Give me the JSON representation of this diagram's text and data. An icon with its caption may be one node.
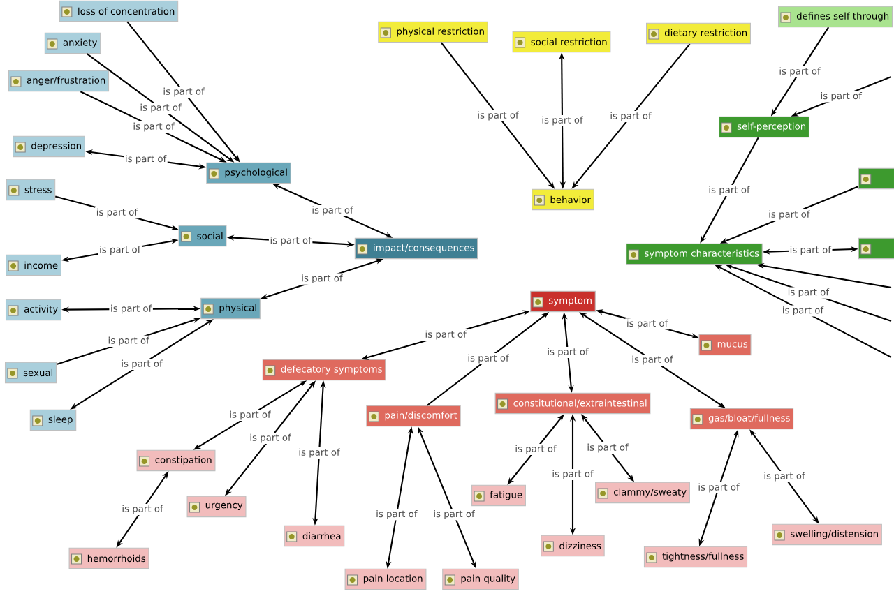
{
  "diagram": {
    "nodes": [
      {
        "text": [
          "loss of concentration"
        ]
      },
      {
        "text": [
          "anxiety"
        ]
      },
      {
        "text": [
          "anger/frustration"
        ]
      },
      {
        "text": [
          "depression"
        ]
      },
      {
        "text": [
          "psychological"
        ]
      },
      {
        "text": [
          "stress"
        ]
      },
      {
        "text": [
          "social"
        ]
      },
      {
        "text": [
          "income"
        ]
      },
      {
        "text": [
          "physical"
        ]
      },
      {
        "text": [
          "activity"
        ]
      },
      {
        "text": [
          "sexual"
        ]
      },
      {
        "text": [
          "sleep"
        ]
      },
      {
        "text": [
          "impact/consequences"
        ]
      },
      {
        "text": [
          "physical restriction"
        ]
      },
      {
        "text": [
          "social restriction"
        ]
      },
      {
        "text": [
          "dietary restriction"
        ]
      },
      {
        "text": [
          "behavior"
        ]
      },
      {
        "text": [
          "defines self through"
        ]
      },
      {
        "text": [
          "self-perception"
        ]
      },
      {
        "text": [],
        "shape": "box"
      },
      {
        "text": [
          "symptom characteristics"
        ]
      },
      {
        "text": [],
        "shape": "box"
      },
      {
        "text": [
          "symptom"
        ]
      },
      {
        "text": [
          "defecatory symptoms"
        ]
      },
      {
        "text": [
          "mucus"
        ]
      },
      {
        "text": [
          "pain/discomfort"
        ]
      },
      {
        "text": [
          "constitutional/extraintestinal"
        ]
      },
      {
        "text": [
          "gas/bloat/fullness"
        ]
      },
      {
        "text": [
          "constipation"
        ]
      },
      {
        "text": [
          "urgency"
        ]
      },
      {
        "text": [
          "diarrhea"
        ]
      },
      {
        "text": [
          "hemorrhoids"
        ]
      },
      {
        "text": [
          "fatigue"
        ]
      },
      {
        "text": [
          "dizziness"
        ]
      },
      {
        "text": [
          "clammy/sweaty"
        ]
      },
      {
        "text": [
          "tightness/fullness"
        ]
      },
      {
        "text": [
          "swelling/distension"
        ]
      },
      {
        "text": [
          "pain location"
        ]
      },
      {
        "text": [
          "pain quality"
        ]
      }
    ],
    "edges": [
      {
        "from": 0,
        "to": 4,
        "arrow": "to",
        "label": "is part of"
      },
      {
        "from": 1,
        "to": 4,
        "arrow": "to",
        "label": "is part of"
      },
      {
        "from": 2,
        "to": 4,
        "arrow": "to",
        "label": "is part of"
      },
      {
        "from": 3,
        "to": 4,
        "arrow": "both",
        "label": "is part of"
      },
      {
        "from": 5,
        "to": 6,
        "arrow": "to",
        "label": "is part of"
      },
      {
        "from": 7,
        "to": 6,
        "arrow": "both",
        "label": "is part of"
      },
      {
        "from": 6,
        "to": 12,
        "arrow": "both",
        "label": "is part of"
      },
      {
        "from": 4,
        "to": 12,
        "arrow": "both",
        "label": "is part of"
      },
      {
        "from": 9,
        "to": 8,
        "arrow": "both",
        "label": "is part of"
      },
      {
        "from": 10,
        "to": 8,
        "arrow": "to",
        "label": "is part of"
      },
      {
        "from": 11,
        "to": 8,
        "arrow": "both",
        "label": "is part of"
      },
      {
        "from": 8,
        "to": 12,
        "arrow": "both",
        "label": "is part of"
      },
      {
        "from": 13,
        "to": 16,
        "arrow": "to",
        "label": "is part of"
      },
      {
        "from": 14,
        "to": 16,
        "arrow": "both",
        "label": "is part of"
      },
      {
        "from": 15,
        "to": 16,
        "arrow": "to",
        "label": "is part of"
      },
      {
        "from": 17,
        "to": 18,
        "arrow": "to",
        "label": "is part of"
      },
      {
        "from": null,
        "to": 18,
        "arrow": "to",
        "label": "is part of"
      },
      {
        "from": 18,
        "to": 20,
        "arrow": "to",
        "label": "is part of"
      },
      {
        "from": 19,
        "to": 20,
        "arrow": "to",
        "label": "is part of"
      },
      {
        "from": 21,
        "to": 20,
        "arrow": "both",
        "label": "is part of"
      },
      {
        "from": null,
        "to": 20,
        "arrow": "to"
      },
      {
        "from": null,
        "to": 20,
        "arrow": "to",
        "label": "is part of"
      },
      {
        "from": null,
        "to": 20,
        "arrow": "to",
        "label": "is part of"
      },
      {
        "from": 23,
        "to": 22,
        "arrow": "both",
        "label": "is part of"
      },
      {
        "from": 24,
        "to": 22,
        "arrow": "both",
        "label": "is part of"
      },
      {
        "from": 25,
        "to": 22,
        "arrow": "to",
        "label": "is part of"
      },
      {
        "from": 26,
        "to": 22,
        "arrow": "both",
        "label": "is part of"
      },
      {
        "from": 27,
        "to": 22,
        "arrow": "both",
        "label": "is part of"
      },
      {
        "from": 28,
        "to": 23,
        "arrow": "both",
        "label": "is part of"
      },
      {
        "from": 29,
        "to": 23,
        "arrow": "both",
        "label": "is part of"
      },
      {
        "from": 30,
        "to": 23,
        "arrow": "both",
        "label": "is part of"
      },
      {
        "from": 31,
        "to": 28,
        "arrow": "both",
        "label": "is part of"
      },
      {
        "from": 37,
        "to": 25,
        "arrow": "both",
        "label": "is part of"
      },
      {
        "from": 38,
        "to": 25,
        "arrow": "both",
        "label": "is part of"
      },
      {
        "from": 32,
        "to": 26,
        "arrow": "both",
        "label": "is part of"
      },
      {
        "from": 33,
        "to": 26,
        "arrow": "both",
        "label": "is part of"
      },
      {
        "from": 34,
        "to": 26,
        "arrow": "both",
        "label": "is part of"
      },
      {
        "from": 35,
        "to": 27,
        "arrow": "both",
        "label": "is part of"
      },
      {
        "from": 36,
        "to": 27,
        "arrow": "both",
        "label": "is part of"
      }
    ]
  }
}
